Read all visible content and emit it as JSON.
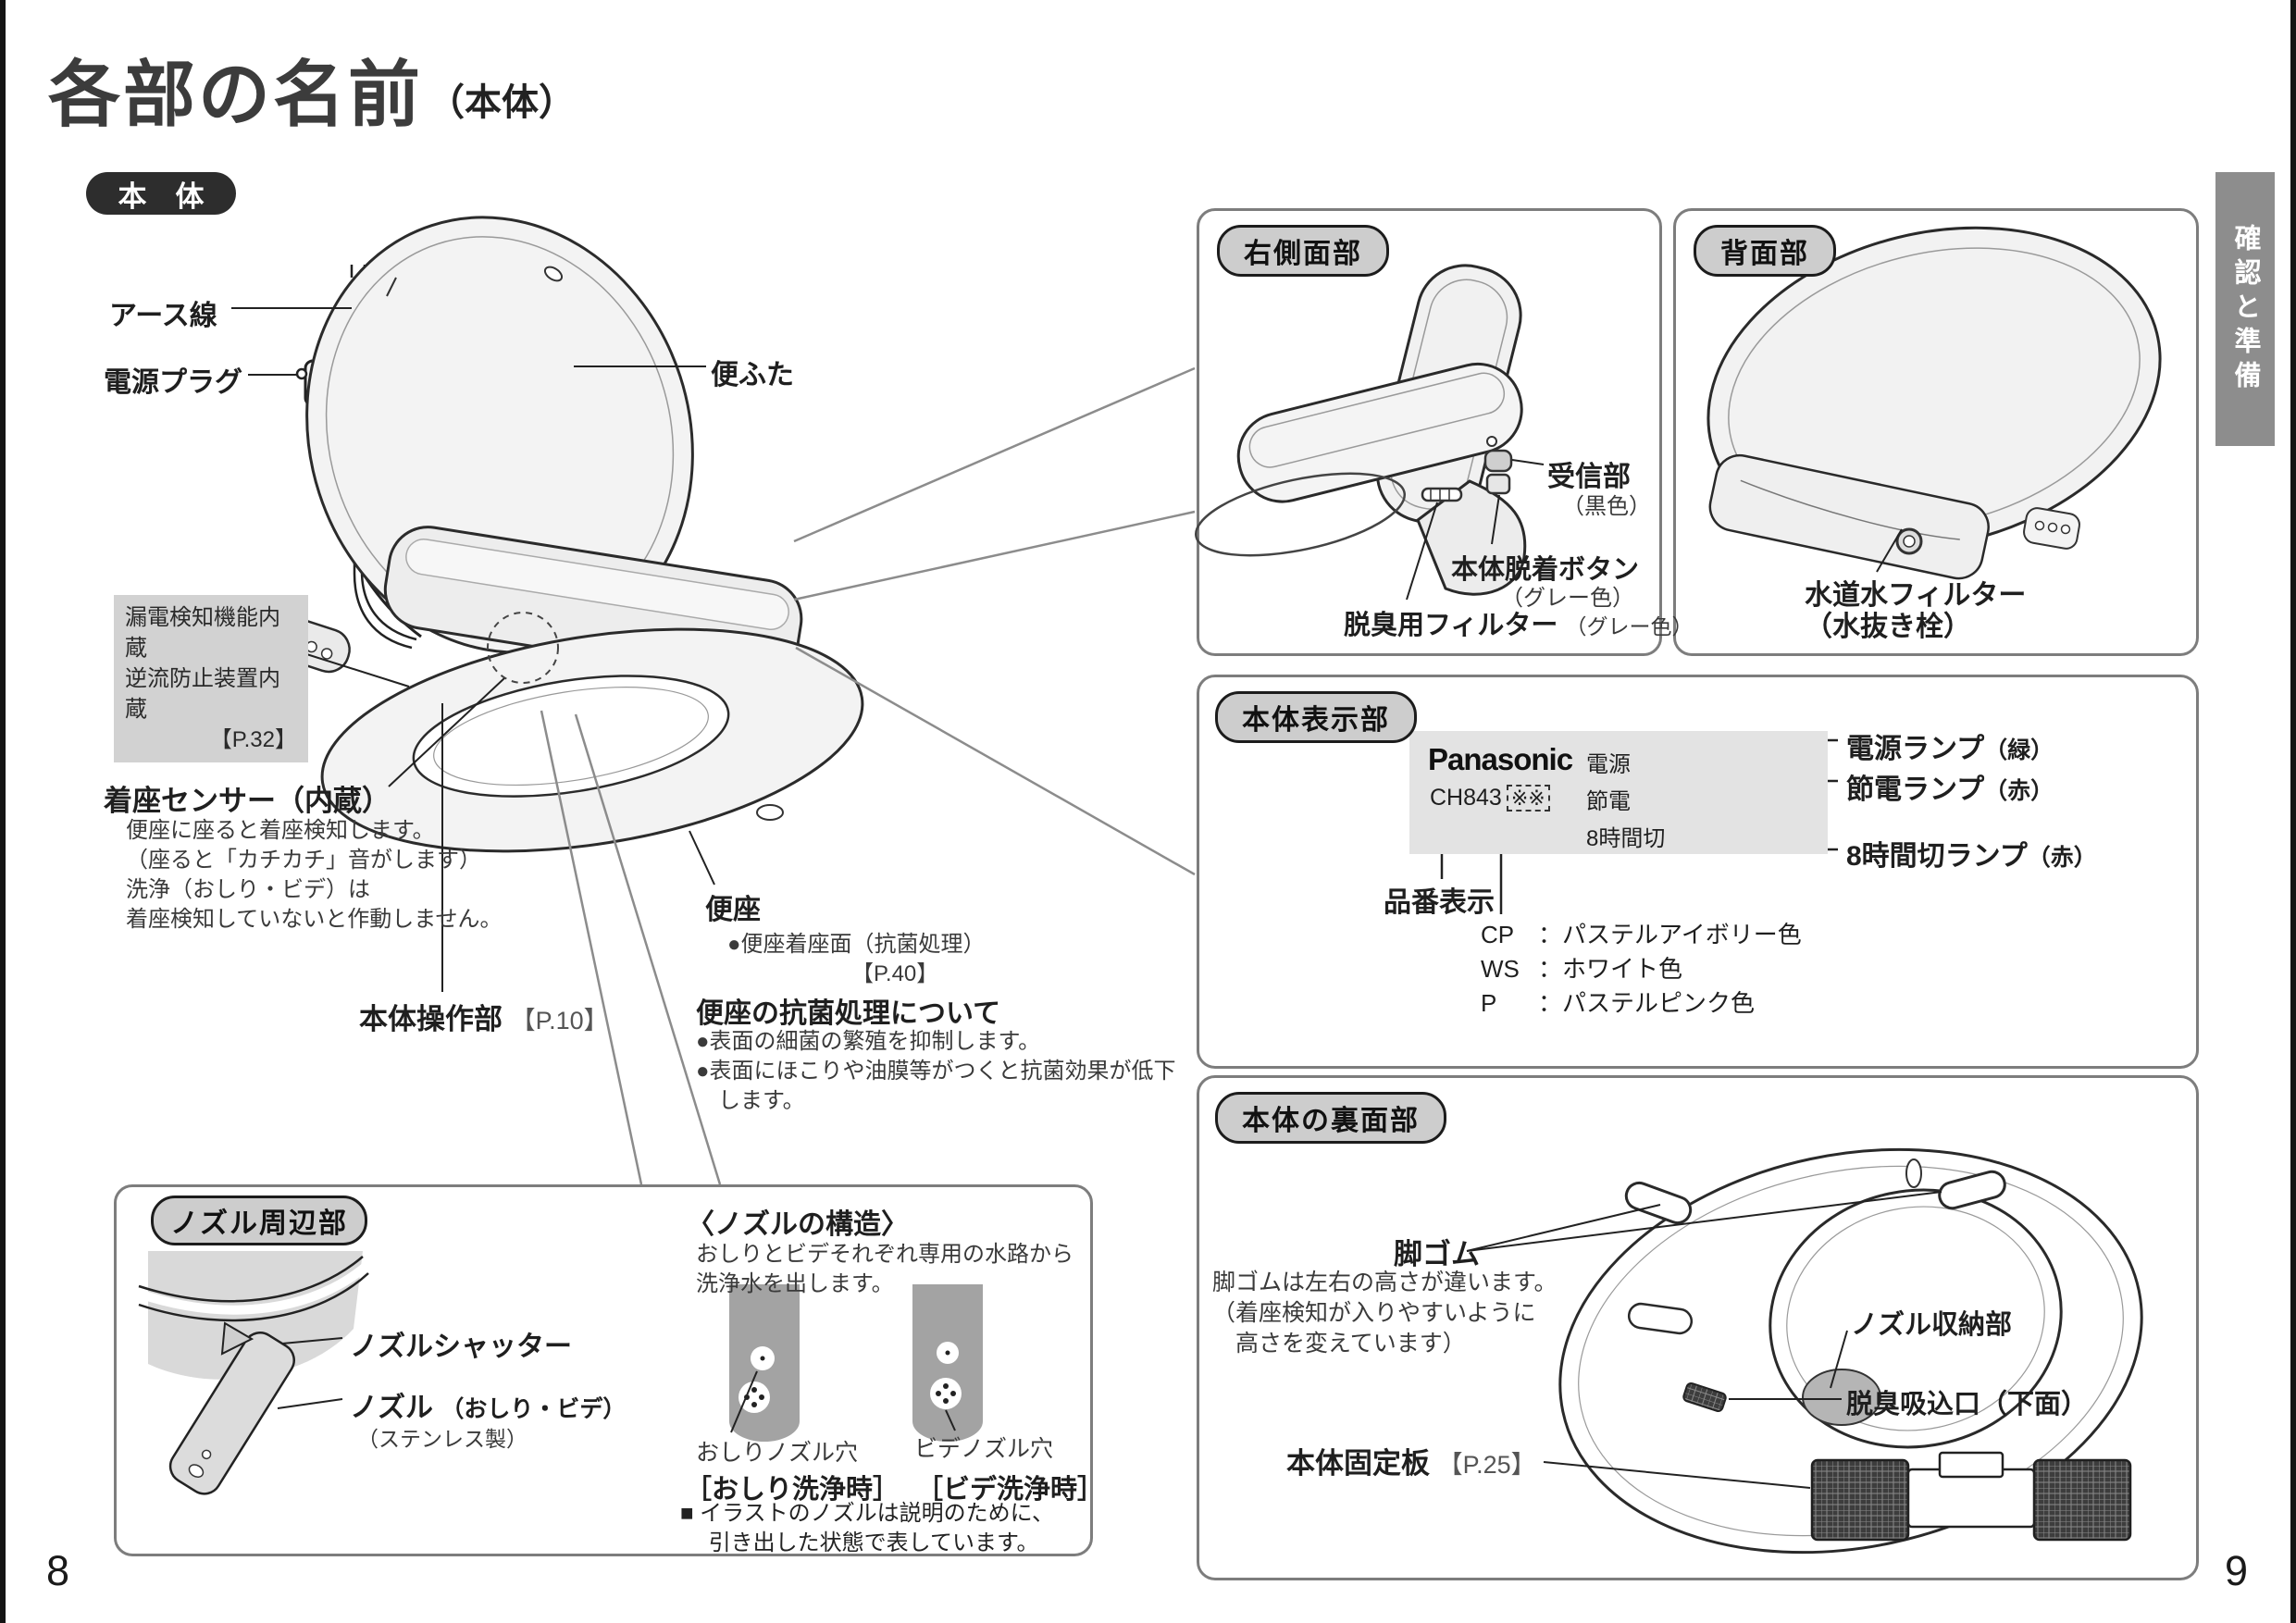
{
  "page": {
    "title": "各部の名前",
    "title_suffix": "（本体）",
    "side_tab": "確認と準備",
    "page_number_left": "8",
    "page_number_right": "9"
  },
  "main": {
    "badge": "本　体",
    "earth_wire": "アース線",
    "power_plug": "電源プラグ",
    "breaker_box": [
      "漏電検知機能内蔵",
      "逆流防止装置内蔵",
      "【P.32】"
    ],
    "lid": "便ふた",
    "sensor_title": "着座センサー（内蔵）",
    "sensor_desc": [
      "便座に座ると着座検知します。",
      "（座ると「カチカチ」音がします）",
      "洗浄（おしり・ビデ）は",
      "着座検知していないと作動しません。"
    ],
    "control": "本体操作部",
    "control_ref": "【P.10】",
    "seat": "便座",
    "seat_note": "●便座着座面（抗菌処理）",
    "seat_ref": "【P.40】",
    "antibac_title": "便座の抗菌処理について",
    "antibac_lines": [
      "●表面の細菌の繁殖を抑制します。",
      "●表面にほこりや油膜等がつくと抗菌効果が低下",
      "　します。"
    ]
  },
  "side_panel": {
    "title": "右側面部",
    "receiver": "受信部",
    "receiver_color": "（黒色）",
    "detach": "本体脱着ボタン",
    "detach_color": "（グレー色）",
    "filter": "脱臭用フィルター",
    "filter_color": "（グレー色）"
  },
  "rear_panel": {
    "title": "背面部",
    "water_filter": "水道水フィルター",
    "water_filter_sub": "（水抜き栓）"
  },
  "display_panel": {
    "title": "本体表示部",
    "brand": "Panasonic",
    "model": "CH843",
    "model_mask": "※※",
    "lamp_power": "電源",
    "lamp_eco": "節電",
    "lamp_8h": "8時間切",
    "callout_power": "電源ランプ",
    "callout_power_color": "（緑）",
    "callout_eco": "節電ランプ",
    "callout_eco_color": "（赤）",
    "callout_8h": "8時間切ランプ",
    "callout_8h_color": "（赤）",
    "model_label": "品番表示",
    "codes": [
      {
        "code": "CP",
        "desc": "：パステルアイボリー色"
      },
      {
        "code": "WS",
        "desc": "：ホワイト色"
      },
      {
        "code": "P",
        "desc": "：パステルピンク色"
      }
    ]
  },
  "back_panel": {
    "title": "本体の裏面部",
    "foot": "脚ゴム",
    "foot_desc": [
      "脚ゴムは左右の高さが違います。",
      "（着座検知が入りやすいように",
      "　高さを変えています）"
    ],
    "storage": "ノズル収納部",
    "inlet": "脱臭吸込口（下面）",
    "plate": "本体固定板",
    "plate_ref": "【P.25】"
  },
  "nozzle_panel": {
    "title": "ノズル周辺部",
    "shutter": "ノズルシャッター",
    "nozzle": "ノズル",
    "nozzle_sub": "（おしり・ビデ）",
    "nozzle_material": "（ステンレス製）",
    "structure_title": "〈ノズルの構造〉",
    "structure_desc": [
      "おしりとビデそれぞれ専用の水路から",
      "洗浄水を出します。"
    ],
    "hole_oshiri": "おしりノズル穴",
    "mode_oshiri": "［おしり洗浄時］",
    "hole_bide": "ビデノズル穴",
    "mode_bide": "［ビデ洗浄時］",
    "note": [
      "■ イラストのノズルは説明のために、",
      "　 引き出した状態で表しています。"
    ]
  }
}
